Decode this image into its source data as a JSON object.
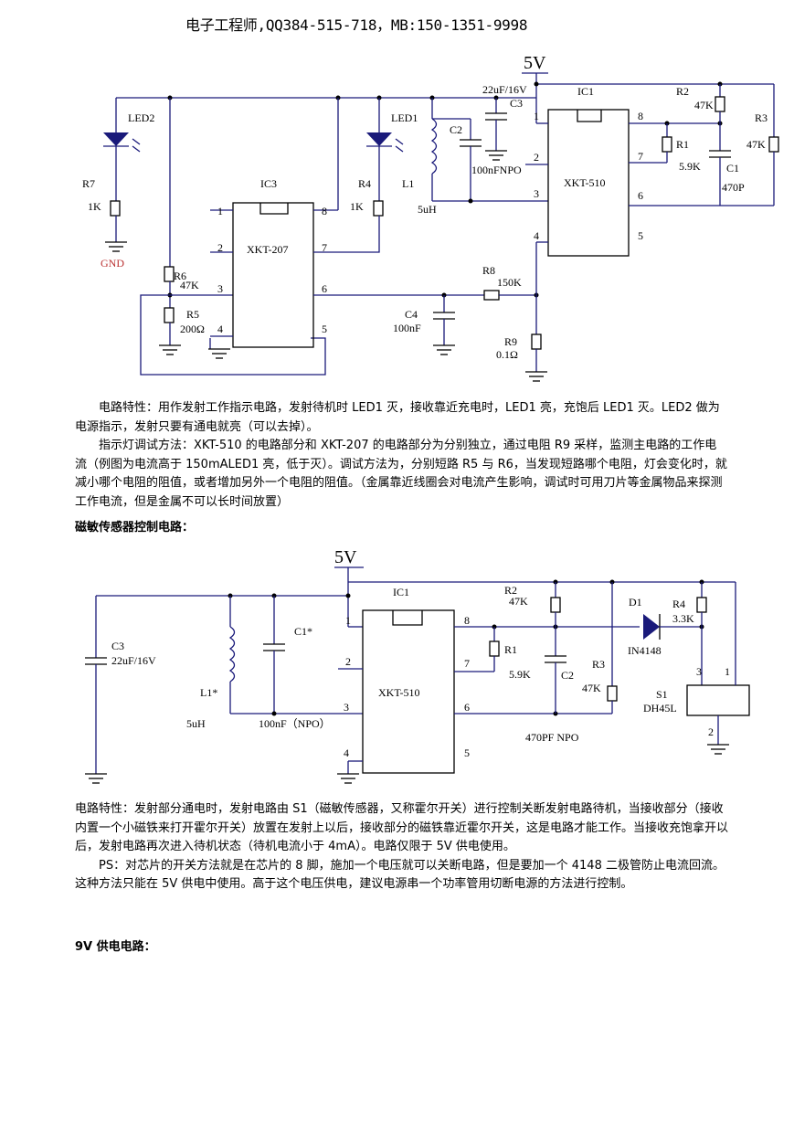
{
  "header": "电子工程师,QQ384-515-718，MB:150-1351-9998",
  "c1": {
    "vcc": "5V",
    "led2": "LED2",
    "r7": "R7",
    "r7v": "1K",
    "gnd": "GND",
    "r6": "R6",
    "r6v": "47K",
    "r5": "R5",
    "r5v": "200Ω",
    "ic3": "IC3",
    "ic3part": "XKT-207",
    "led1": "LED1",
    "r4": "R4",
    "r4v": "1K",
    "l1": "L1",
    "l1v": "5uH",
    "c2": "C2",
    "c2v": "100nFNPO",
    "c3v": "22uF/16V",
    "c3": "C3",
    "ic1": "IC1",
    "ic1part": "XKT-510",
    "r2": "R2",
    "r2v": "47K",
    "r1": "R1",
    "r1v": "5.9K",
    "c1": "C1",
    "c1v": "470P",
    "r3": "R3",
    "r3v": "47K",
    "r8": "R8",
    "r8v": "150K",
    "c4": "C4",
    "c4v": "100nF",
    "r9": "R9",
    "r9v": "0.1Ω",
    "pins": [
      "1",
      "2",
      "3",
      "4",
      "5",
      "6",
      "7",
      "8"
    ]
  },
  "text1": {
    "p1": "电路特性：用作发射工作指示电路，发射待机时 LED1 灭，接收靠近充电时，LED1 亮，充饱后 LED1 灭。LED2 做为电源指示，发射只要有通电就亮（可以去掉）。",
    "p2": "指示灯调试方法：XKT-510 的电路部分和 XKT-207 的电路部分为分别独立，通过电阻 R9 采样，监测主电路的工作电流（例图为电流高于 150mALED1 亮，低于灭）。调试方法为，分别短路 R5 与 R6，当发现短路哪个电阻，灯会变化时，就减小哪个电阻的阻值，或者增加另外一个电阻的阻值。（金属靠近线圈会对电流产生影响，调试时可用刀片等金属物品来探测工作电流，但是金属不可以长时间放置）",
    "heading": "磁敏传感器控制电路："
  },
  "c2": {
    "vcc": "5V",
    "ic1": "IC1",
    "ic1part": "XKT-510",
    "c3": "C3",
    "c3v": "22uF/16V",
    "c1": "C1*",
    "l1": "L1*",
    "l1v": "5uH",
    "c1v": "100nF（NPO）",
    "r2": "R2",
    "r2v": "47K",
    "r1": "R1",
    "r1v": "5.9K",
    "c2": "C2",
    "c2v": "470PF   NPO",
    "r3": "R3",
    "r3v": "47K",
    "d1": "D1",
    "d1v": "IN4148",
    "r4": "R4",
    "r4v": "3.3K",
    "s1": "S1",
    "s1v": "DH45L",
    "pins": [
      "1",
      "2",
      "3",
      "4",
      "5",
      "6",
      "7",
      "8"
    ]
  },
  "text2": {
    "p1": "电路特性：发射部分通电时，发射电路由 S1（磁敏传感器，又称霍尔开关）进行控制关断发射电路待机，当接收部分（接收内置一个小磁铁来打开霍尔开关）放置在发射上以后，接收部分的磁铁靠近霍尔开关，这是电路才能工作。当接收充饱拿开以后，发射电路再次进入待机状态（待机电流小于 4mA）。电路仅限于 5V 供电使用。",
    "p2": "PS：对芯片的开关方法就是在芯片的 8 脚，施加一个电压就可以关断电路，但是要加一个 4148 二极管防止电流回流。这种方法只能在 5V 供电中使用。高于这个电压供电，建议电源串一个功率管用切断电源的方法进行控制。",
    "heading": "9V 供电电路："
  }
}
